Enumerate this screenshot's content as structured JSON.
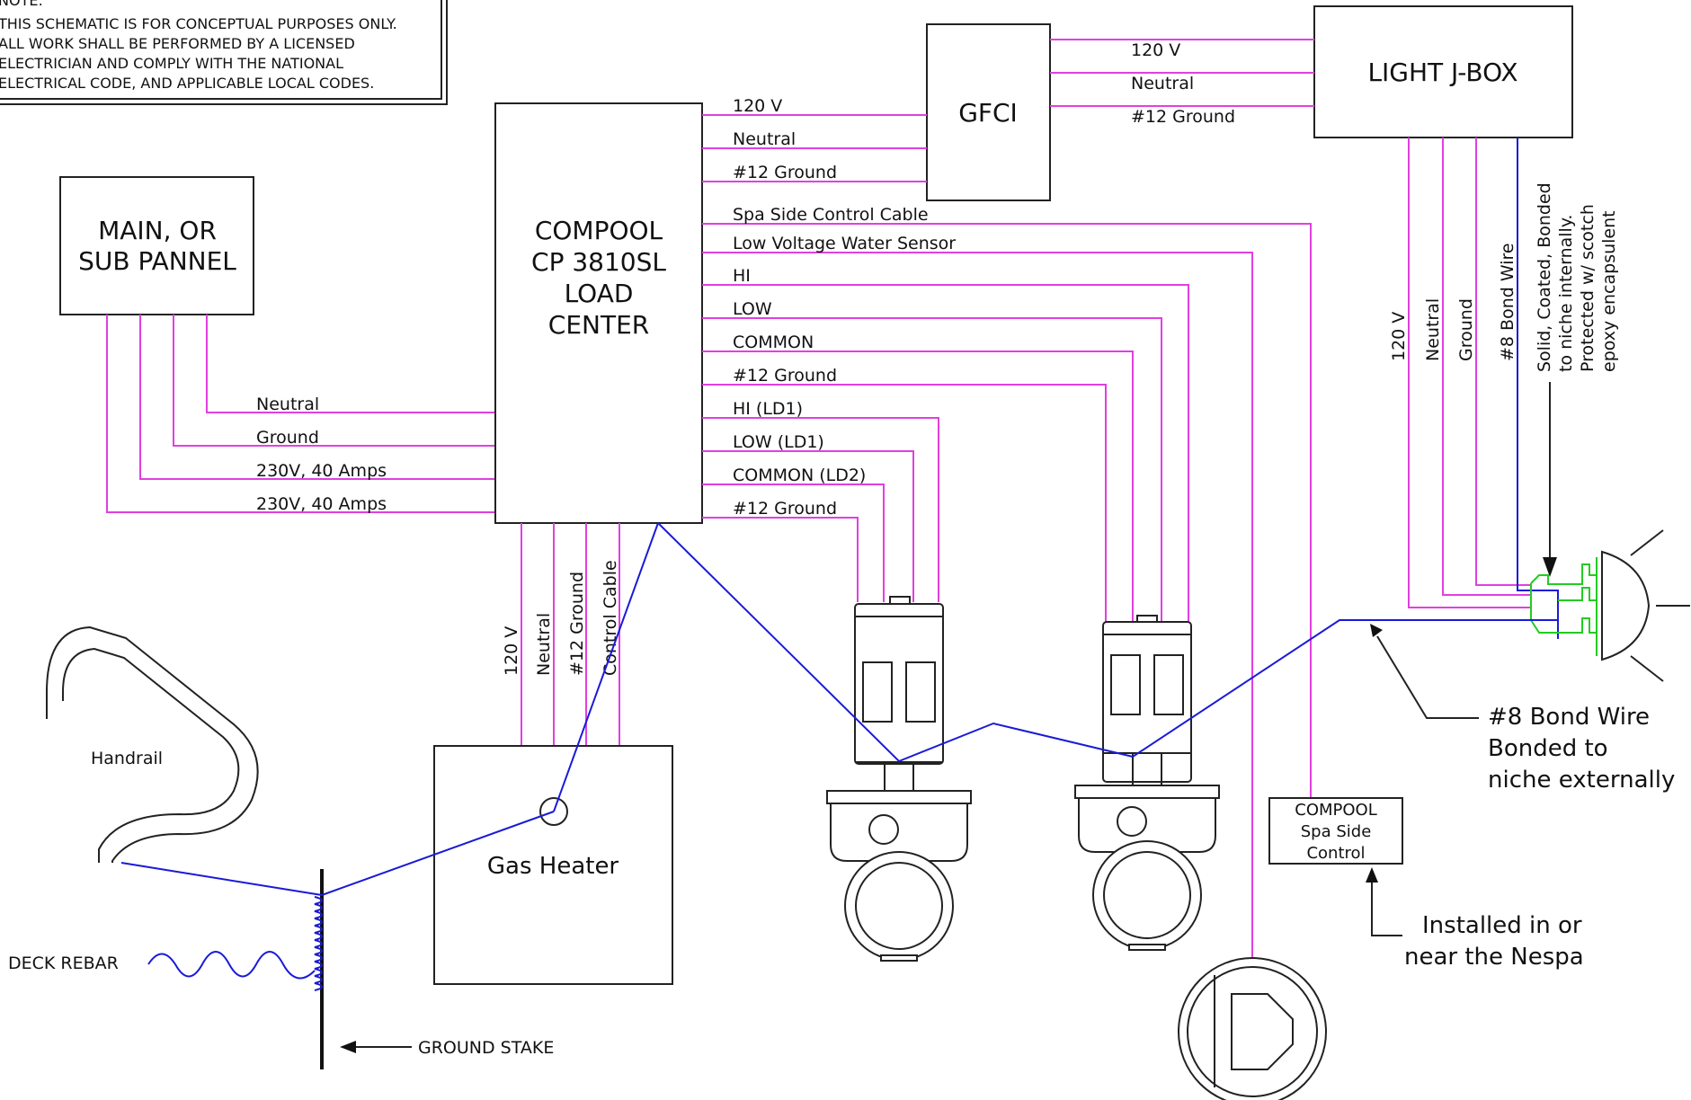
{
  "note": {
    "heading": "NOTE:",
    "lines": [
      "THIS SCHEMATIC IS FOR CONCEPTUAL PURPOSES ONLY.",
      "ALL WORK SHALL BE PERFORMED BY A LICENSED",
      "ELECTRICIAN AND COMPLY WITH THE NATIONAL",
      "ELECTRICAL CODE, AND APPLICABLE LOCAL CODES."
    ]
  },
  "main_panel": {
    "lines": [
      "MAIN, OR",
      "SUB PANNEL"
    ]
  },
  "load_center": {
    "lines": [
      "COMPOOL",
      "CP 3810SL",
      "LOAD",
      "CENTER"
    ]
  },
  "gfci": {
    "label": "GFCI"
  },
  "light_jbox": {
    "label": "LIGHT J-BOX"
  },
  "gas_heater": {
    "label": "Gas Heater"
  },
  "spa_control": {
    "lines": [
      "COMPOOL",
      "Spa Side",
      "Control"
    ]
  },
  "handrail": {
    "label": "Handrail"
  },
  "deck_rebar": {
    "label": "DECK REBAR"
  },
  "ground_stake": {
    "label": "GROUND STAKE"
  },
  "panel_wires": [
    "Neutral",
    "Ground",
    "230V, 40 Amps",
    "230V, 40 Amps"
  ],
  "gfci_feed_wires": [
    "120 V",
    "Neutral",
    "#12 Ground"
  ],
  "jbox_feed_wires": [
    "120 V",
    "Neutral",
    "#12 Ground"
  ],
  "load_outputs": [
    "Spa Side Control Cable",
    "Low Voltage Water Sensor",
    "HI",
    "LOW",
    "COMMON",
    "#12 Ground",
    "HI (LD1)",
    "LOW (LD1)",
    "COMMON (LD2)",
    "#12 Ground"
  ],
  "heater_wires": [
    "120 V",
    "Neutral",
    "#12 Ground",
    "Control Cable"
  ],
  "light_wires": [
    "120 V",
    "Neutral",
    "Ground",
    "#8 Bond Wire"
  ],
  "light_note": [
    "Solid, Coated, Bonded",
    "to niche internally.",
    "Protected w/ scotch",
    "epoxy encapsulent"
  ],
  "bond_callout": [
    "#8 Bond Wire",
    "Bonded to",
    "niche externally"
  ],
  "install_callout": [
    "Installed in or",
    "near the Nespa"
  ],
  "colors": {
    "power_wire": "#e040e0",
    "bond_wire": "#1a1ad8",
    "light_fixture": "#22cc22"
  }
}
